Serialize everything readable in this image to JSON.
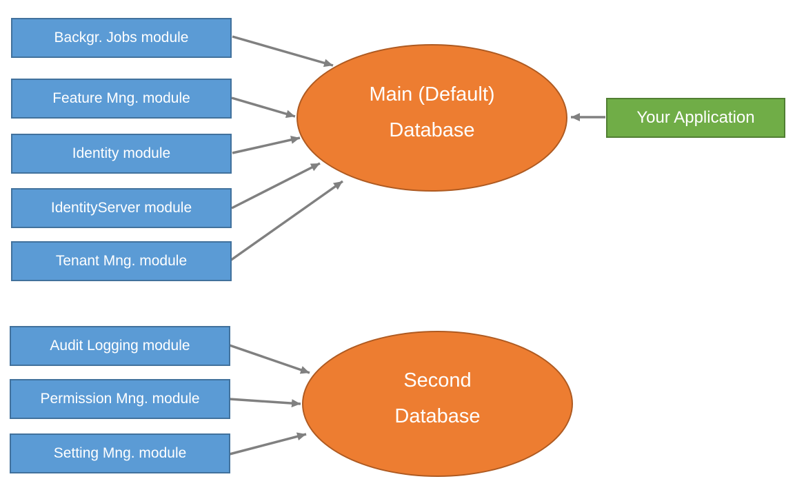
{
  "diagram": {
    "colors": {
      "module_fill": "#5B9BD5",
      "module_border": "#41719C",
      "database_fill": "#ED7D31",
      "database_border": "#AE5A21",
      "application_fill": "#70AD47",
      "application_border": "#507E32",
      "arrow": "#808080",
      "text": "#FFFFFF",
      "background": "#FFFFFF"
    },
    "main_modules": [
      {
        "label": "Backgr. Jobs module"
      },
      {
        "label": "Feature Mng. module"
      },
      {
        "label": "Identity module"
      },
      {
        "label": "IdentityServer module"
      },
      {
        "label": "Tenant Mng. module"
      }
    ],
    "second_modules": [
      {
        "label": "Audit Logging module"
      },
      {
        "label": "Permission Mng. module"
      },
      {
        "label": "Setting Mng. module"
      }
    ],
    "databases": [
      {
        "line1": "Main (Default)",
        "line2": "Database"
      },
      {
        "line1": "Second",
        "line2": "Database"
      }
    ],
    "application": {
      "label": "Your Application"
    },
    "edges": [
      {
        "from": "Backgr. Jobs module",
        "to": "Main (Default) Database"
      },
      {
        "from": "Feature Mng. module",
        "to": "Main (Default) Database"
      },
      {
        "from": "Identity module",
        "to": "Main (Default) Database"
      },
      {
        "from": "IdentityServer module",
        "to": "Main (Default) Database"
      },
      {
        "from": "Tenant Mng. module",
        "to": "Main (Default) Database"
      },
      {
        "from": "Your Application",
        "to": "Main (Default) Database"
      },
      {
        "from": "Audit Logging module",
        "to": "Second Database"
      },
      {
        "from": "Permission Mng. module",
        "to": "Second Database"
      },
      {
        "from": "Setting Mng. module",
        "to": "Second Database"
      }
    ]
  }
}
